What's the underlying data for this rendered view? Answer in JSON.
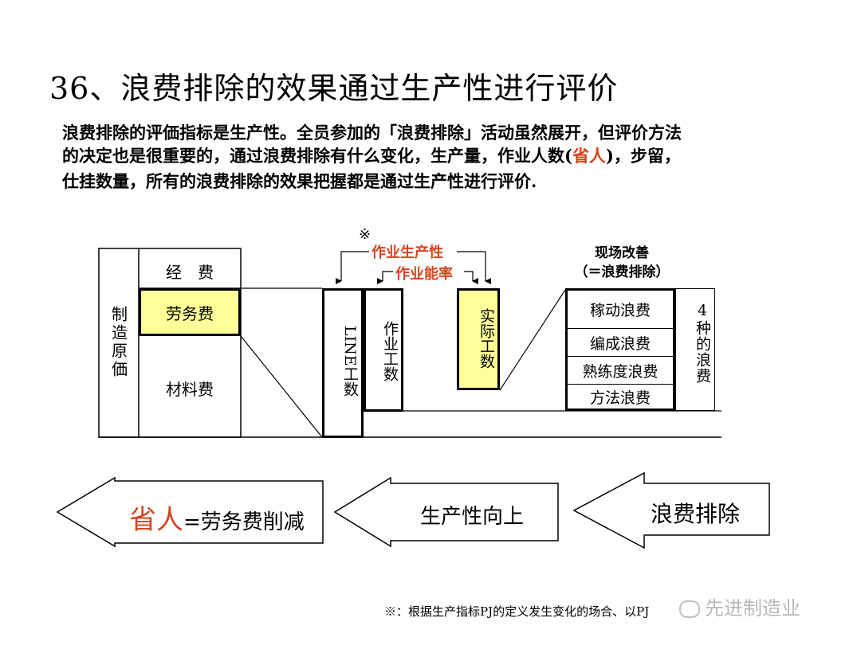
{
  "slide": {
    "title": "36、浪费排除的效果通过生产性进行评价",
    "intro": {
      "line1": "浪费排除的评価指标是生产性。全员参加的「浪费排除」活动虽然展开，但评价方法",
      "line2_a": "的决定也是很重要的，通过浪费排除有什么变化，生产量，作业人数(",
      "line2_highlight": "省人",
      "line2_b": ")，步留，",
      "line3": "仕挂数量，所有的浪费排除的效果把握都是通过生产性进行评价."
    }
  },
  "diagram": {
    "cost_header": "经　费",
    "cost_label": "制造原価",
    "labor_cost": "劳务费",
    "material_cost": "材料费",
    "line_hours": "LINE工数",
    "work_hours": "作业工数",
    "actual_hours": "实际工数",
    "asterisk": "※",
    "productivity_label": "作业生产性",
    "efficiency_label": "作业能率",
    "kaizen_line1": "现场改善",
    "kaizen_line2": "（＝浪费排除）",
    "wastes": [
      "稼动浪费",
      "编成浪费",
      "熟练度浪费",
      "方法浪费"
    ],
    "four_waste_label": "4种的浪费"
  },
  "arrows": {
    "left_highlight": "省人",
    "left_rest": "=劳务费削减",
    "middle": "生产性向上",
    "right": "浪费排除"
  },
  "footer": {
    "note": "※：根据生产指标PJ的定义发生变化的场合、以PJ",
    "watermark": "先进制造业"
  },
  "colors": {
    "highlight_fill": "#ffff99",
    "accent_red": "#d2461e"
  }
}
